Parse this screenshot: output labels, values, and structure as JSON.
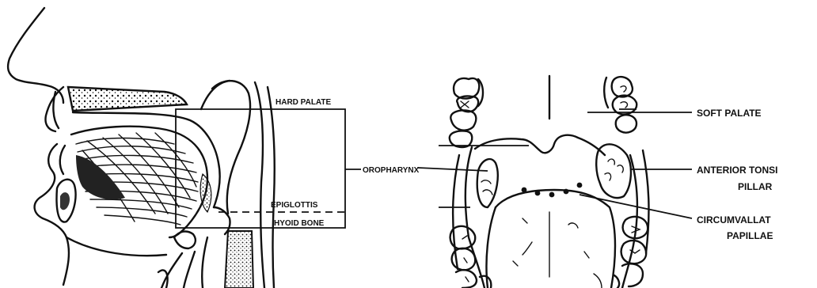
{
  "labels": {
    "hard_palate": "HARD PALATE",
    "oropharynx": "OROPHARYNX",
    "epiglottis": "EPIGLOTTIS",
    "hyoid_bone": "HYOID BONE",
    "soft_palate": "SOFT PALATE",
    "anterior_tonsil_line1": "ANTERIOR TONSI",
    "anterior_tonsil_line2": "PILLAR",
    "circumvallate_line1": "CIRCUMVALLAT",
    "circumvallate_line2": "PAPILLAE"
  }
}
